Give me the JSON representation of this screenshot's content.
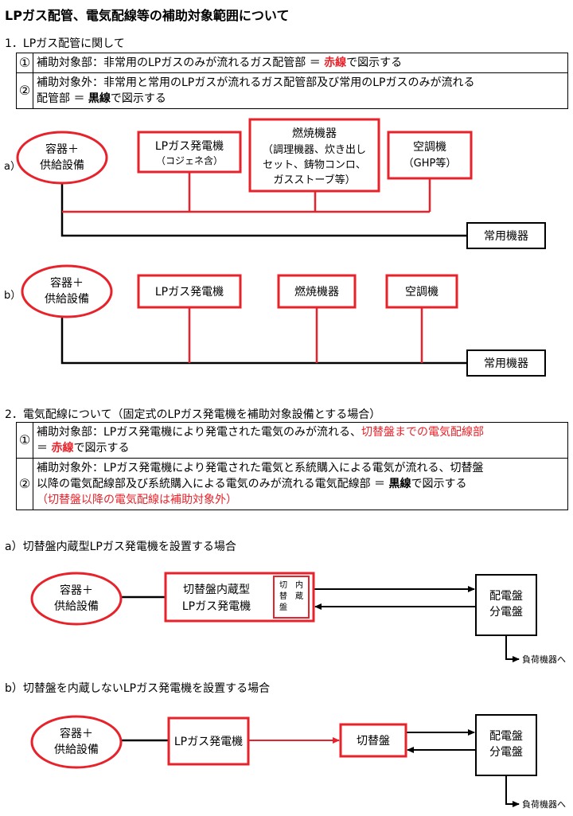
{
  "title": "LPガス配管、電気配線等の補助対象範囲について",
  "colors": {
    "red": "#e8222a",
    "black": "#000000"
  },
  "section1": {
    "heading": "1．LPガス配管に関して",
    "rows": [
      {
        "num": "①",
        "pre": "補助対象部：非常用のLPガスのみが流れるガス配管部 ＝ ",
        "em": "赤線",
        "post": "で図示する"
      },
      {
        "num": "②",
        "line1": "補助対象外：非常用と常用のLPガスが流れるガス配管部及び常用のLPガスのみが流れる",
        "pre": "配管部 ＝ ",
        "em": "黒線",
        "post": "で図示する"
      }
    ]
  },
  "diagram_a": {
    "label": "a）",
    "source": [
      "容器＋",
      "供給設備"
    ],
    "generator": [
      "LPガス発電機",
      "（コジェネ含）"
    ],
    "combustion": [
      "燃焼機器",
      "（調理機器、炊き出し",
      "セット、鋳物コンロ、",
      "ガスストーブ等）"
    ],
    "aircon": [
      "空調機",
      "（GHP等）"
    ],
    "regular": "常用機器"
  },
  "diagram_b": {
    "label": "b）",
    "source": [
      "容器＋",
      "供給設備"
    ],
    "generator": "LPガス発電機",
    "combustion": "燃焼機器",
    "aircon": "空調機",
    "regular": "常用機器"
  },
  "section2": {
    "heading": "2．電気配線について（固定式のLPガス発電機を補助対象設備とする場合）",
    "rows": [
      {
        "num": "①",
        "line1_pre": "補助対象部：LPガス発電機により発電された電気のみが流れる、",
        "line1_red": "切替盤までの電気配線部",
        "pre": "＝ ",
        "em": "赤線",
        "post": "で図示する"
      },
      {
        "num": "②",
        "line1": "補助対象外：LPガス発電機により発電された電気と系統購入による電気が流れる、切替盤",
        "pre": "以降の電気配線部及び系統購入による電気のみが流れる電気配線部 ＝ ",
        "em": "黒線",
        "post": "で図示する",
        "note": "（切替盤以降の電気配線は補助対象外）"
      }
    ]
  },
  "case_a": {
    "title": "a）切替盤内蔵型LPガス発電機を設置する場合",
    "source": [
      "容器＋",
      "供給設備"
    ],
    "generator": [
      "切替盤内蔵型",
      "LPガス発電機"
    ],
    "switch_chars": [
      "切",
      "替",
      "盤",
      "内",
      "蔵"
    ],
    "panel": [
      "配電盤",
      "分電盤"
    ],
    "load": "負荷機器へ"
  },
  "case_b": {
    "title": "b）切替盤を内蔵しないLPガス発電機を設置する場合",
    "source": [
      "容器＋",
      "供給設備"
    ],
    "generator": "LPガス発電機",
    "switch": "切替盤",
    "panel": [
      "配電盤",
      "分電盤"
    ],
    "load": "負荷機器へ"
  }
}
